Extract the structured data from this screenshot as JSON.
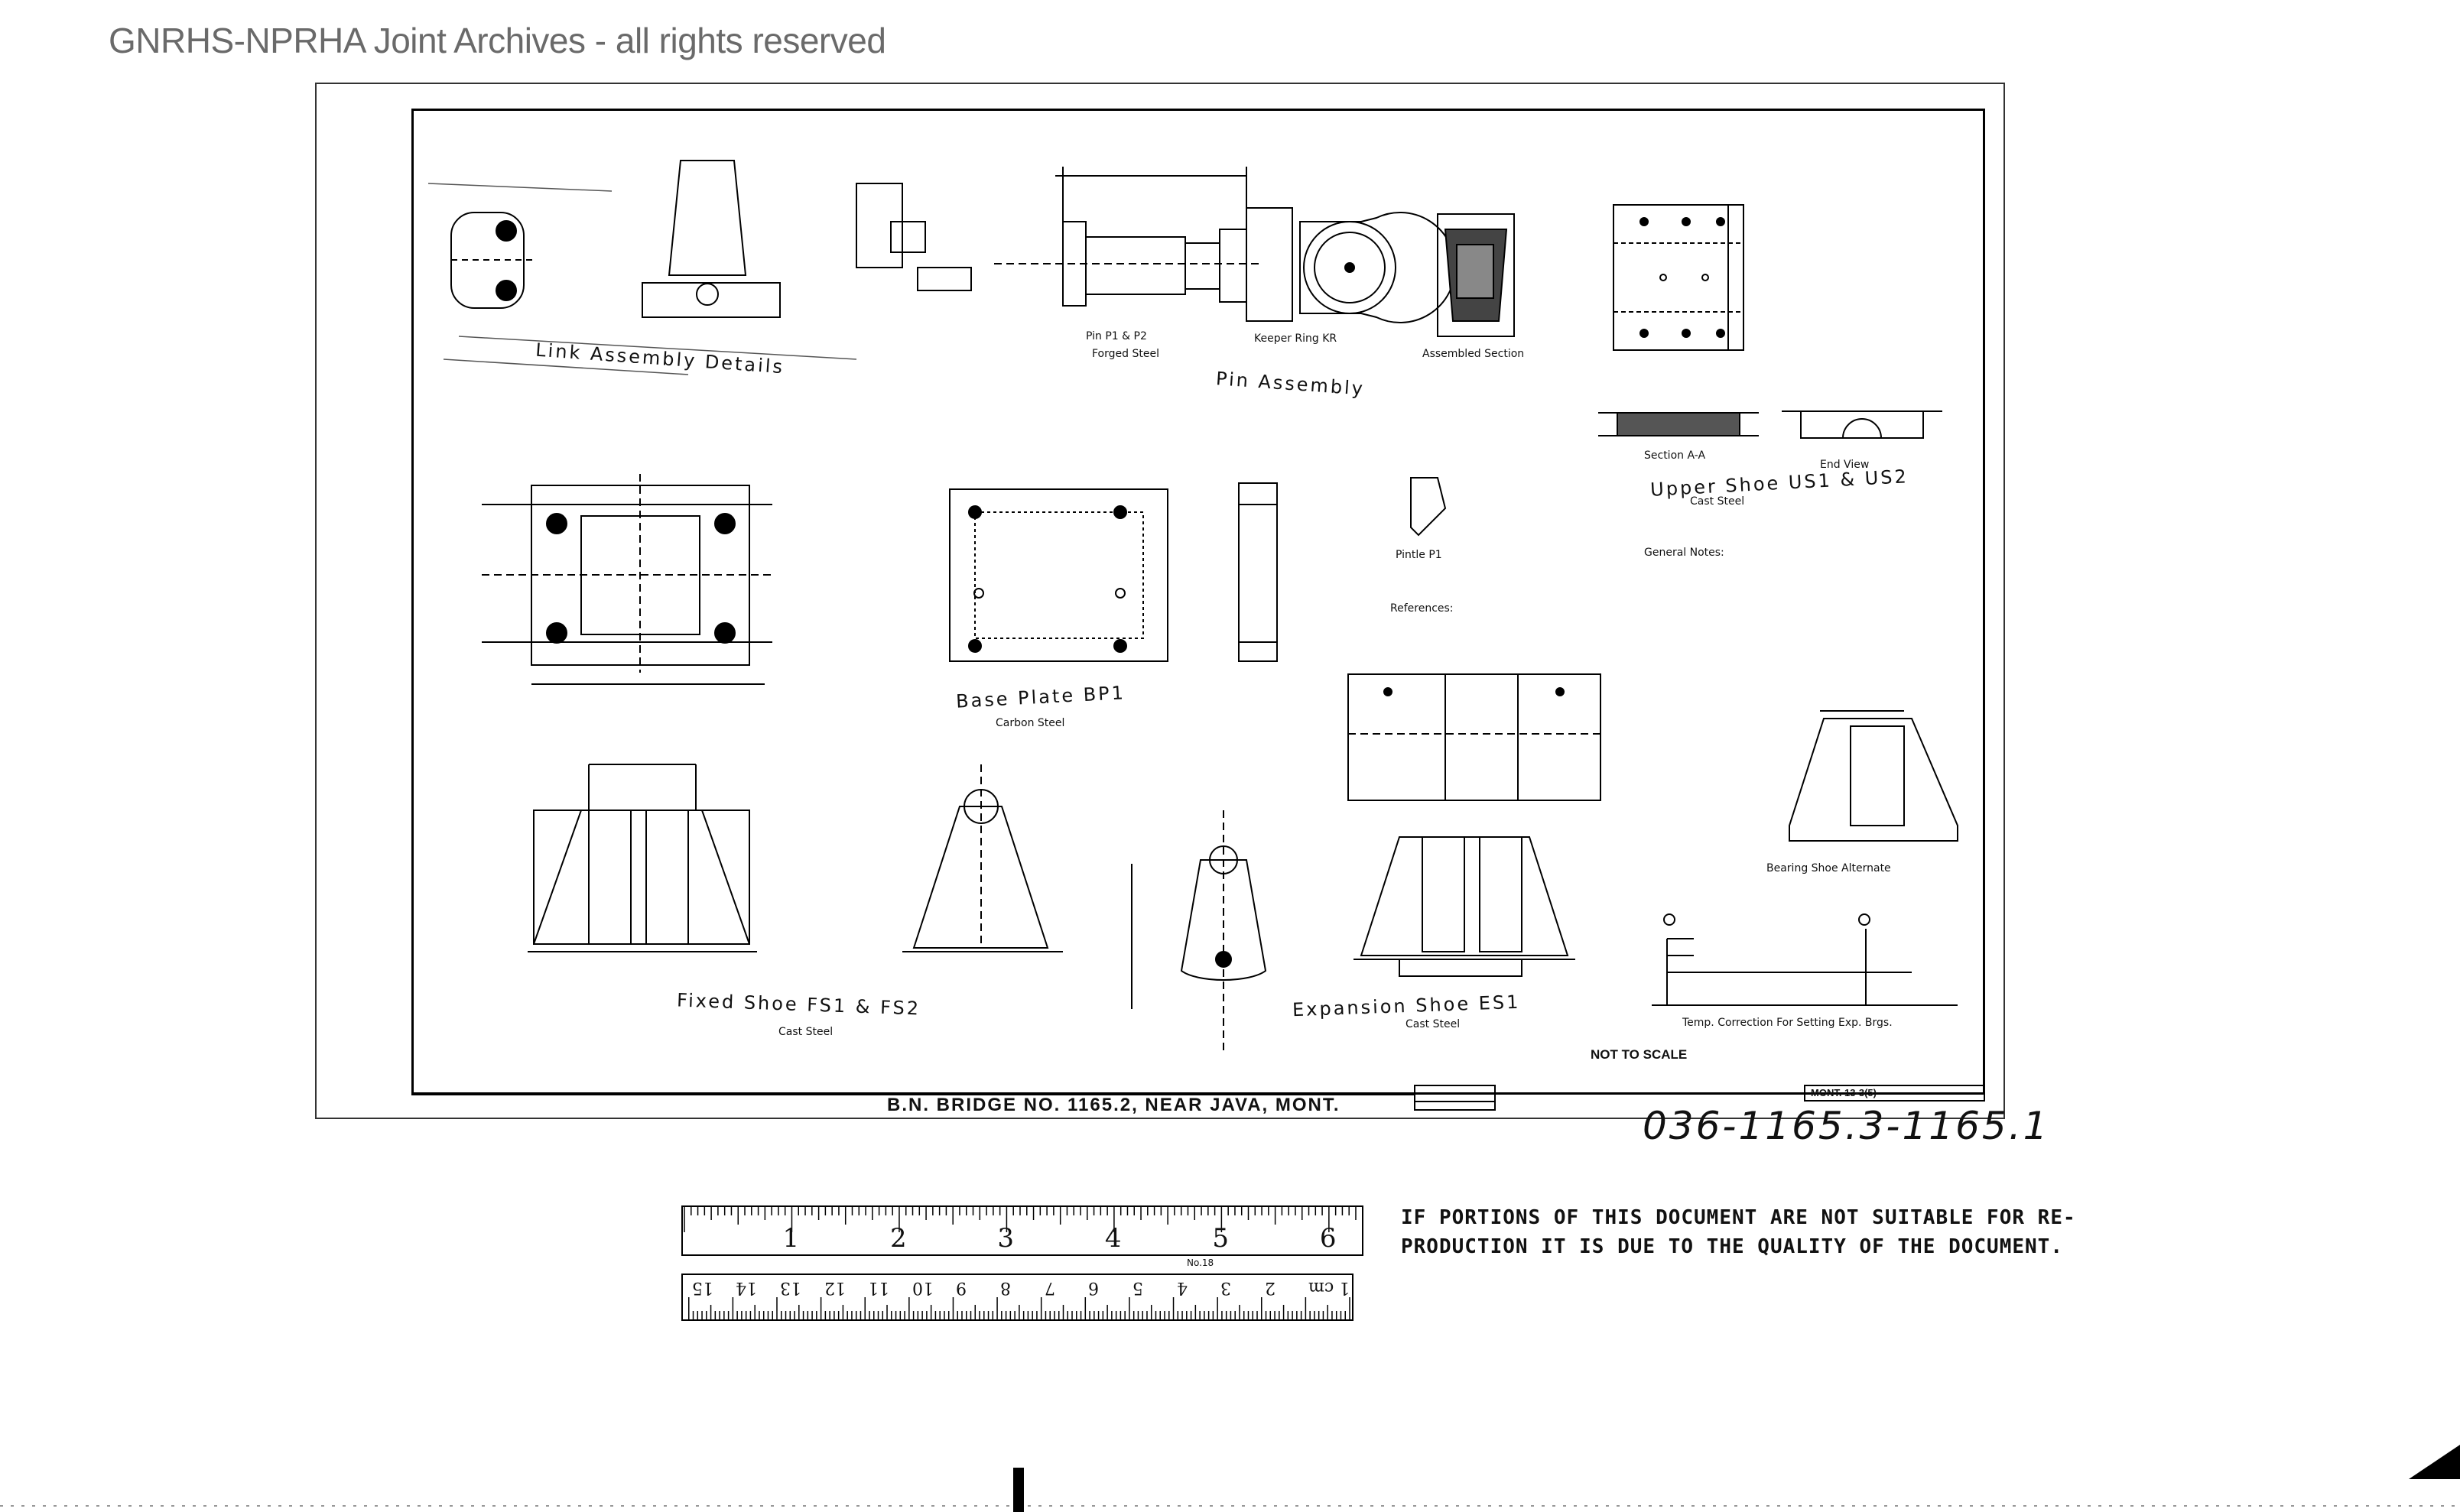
{
  "watermark": "GNRHS-NPRHA Joint Archives - all rights reserved",
  "drawing": {
    "title_bar": "B.N. BRIDGE NO. 1165.2, NEAR JAVA, MONT.",
    "sheet_ref": "MONT. 13-3(5)",
    "handwritten_number": "036-1165.3-1165.1",
    "not_to_scale": "NOT TO SCALE",
    "views": [
      {
        "id": "link-assembly",
        "label": "Link Assembly Details"
      },
      {
        "id": "pin-assembly",
        "label": "Pin Assembly"
      },
      {
        "id": "pin",
        "label": "Pin P1 & P2"
      },
      {
        "id": "keeper-ring",
        "label": "Keeper Ring KR"
      },
      {
        "id": "assembled-section",
        "label": "Assembled Section"
      },
      {
        "id": "upper-shoe",
        "label": "Upper Shoe US1 & US2"
      },
      {
        "id": "section-aa",
        "label": "Section A-A"
      },
      {
        "id": "end-view",
        "label": "End View"
      },
      {
        "id": "base-plate",
        "label": "Base Plate BP1"
      },
      {
        "id": "pintle",
        "label": "Pintle P1"
      },
      {
        "id": "fixed-shoe",
        "label": "Fixed Shoe FS1 & FS2"
      },
      {
        "id": "expansion-shoe",
        "label": "Expansion Shoe ES1"
      },
      {
        "id": "bearing-shoe-alt",
        "label": "Bearing Shoe Alternate"
      },
      {
        "id": "temp-correction",
        "label": "Temp. Correction For Setting Exp. Brgs."
      }
    ],
    "sub_notes": {
      "cast_steel": "Cast Steel",
      "carbon_steel": "Carbon Steel",
      "forged_steel": "Forged Steel",
      "general_notes": "General Notes:",
      "references": "References:"
    }
  },
  "ruler": {
    "inches": [
      "1",
      "2",
      "3",
      "4",
      "5",
      "6"
    ],
    "cm": [
      "1 cm",
      "2",
      "3",
      "4",
      "5",
      "6",
      "7",
      "8",
      "9",
      "10",
      "11",
      "12",
      "13",
      "14",
      "15"
    ],
    "model": "No.18"
  },
  "notice": {
    "line1": "IF PORTIONS OF THIS DOCUMENT ARE NOT SUITABLE FOR RE-",
    "line2": "PRODUCTION IT IS DUE TO THE QUALITY OF THE DOCUMENT."
  }
}
